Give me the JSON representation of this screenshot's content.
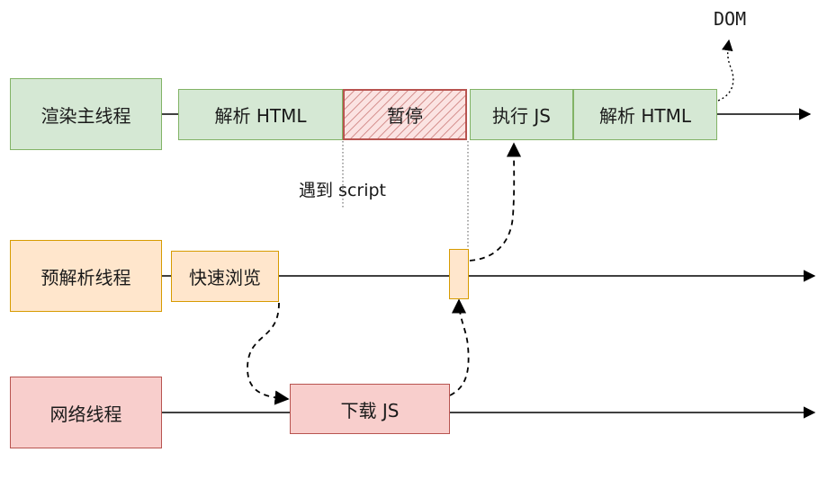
{
  "threads": {
    "main": "渲染主线程",
    "preparse": "预解析线程",
    "network": "网络线程"
  },
  "main_tasks": {
    "parse1": "解析 HTML",
    "pause": "暂停",
    "exec": "执行 JS",
    "parse2": "解析 HTML"
  },
  "preparse_tasks": {
    "fast_scan": "快速浏览"
  },
  "network_tasks": {
    "download": "下载 JS"
  },
  "annotations": {
    "script": "遇到 script",
    "dom": "DOM"
  },
  "colors": {
    "green_fill": "#d5e8d4",
    "green_stroke": "#82b366",
    "orange_fill": "#ffe6cc",
    "orange_stroke": "#d79b00",
    "red_fill": "#f8cecc",
    "red_stroke": "#b85450"
  }
}
